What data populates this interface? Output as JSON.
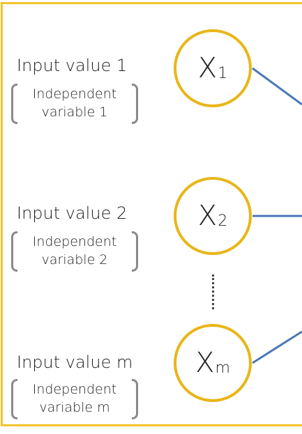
{
  "colors": {
    "frame": "#f3c32e",
    "node_border": "#e8b619",
    "edge": "#4a78b5",
    "bracket": "#8a8a8a"
  },
  "nodes": [
    {
      "base": "X",
      "sub": "1",
      "label": "Input value 1",
      "desc_line1": "Independent",
      "desc_line2": "variable 1"
    },
    {
      "base": "X",
      "sub": "2",
      "label": "Input value 2",
      "desc_line1": "Independent",
      "desc_line2": "variable 2"
    },
    {
      "base": "X",
      "sub": "m",
      "label": "Input value m",
      "desc_line1": "Independent",
      "desc_line2": "variable m"
    }
  ]
}
